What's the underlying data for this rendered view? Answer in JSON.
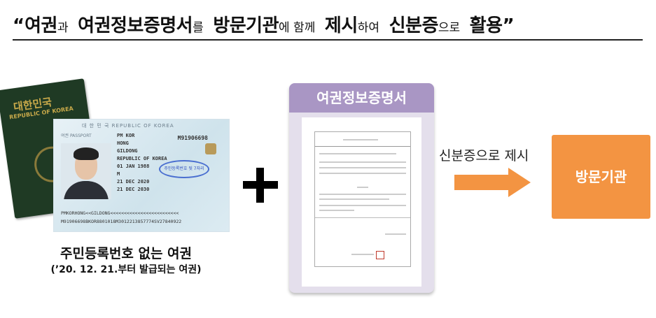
{
  "title": {
    "open_quote": "“",
    "w1": "여권",
    "p1": "과",
    "w2": "여권정보증명서",
    "p2": "를",
    "w3": "방문기관",
    "p3": "에 함께",
    "w4": "제시",
    "p4": "하여",
    "w5": "신분증",
    "p5": "으로",
    "w6": "활용",
    "close_quote": "”"
  },
  "passport": {
    "cover_korean": "대한민국",
    "cover_english": "REPUBLIC OF KOREA",
    "page_header": "대 한 민 국   REPUBLIC OF KOREA",
    "page_label": "여권 PASSPORT",
    "fields": [
      "PM   KOR",
      "HONG",
      "GILDONG",
      "REPUBLIC OF KOREA",
      "01 JAN 1988",
      "M",
      "21 DEC 2020",
      "21 DEC 2030"
    ],
    "number": "M91906698",
    "oval_text": "주민등록번호 뒷 7자리",
    "mrz_line1": "PMKORHONG<<GILDONG<<<<<<<<<<<<<<<<<<<<<<<<<",
    "mrz_line2": "M91906698BKOR8801018M3012213857774SV27840922",
    "caption_main": "주민등록번호 없는 여권",
    "caption_sub": "(’20. 12. 21.부터 발급되는 여권)"
  },
  "operator": "+",
  "certificate": {
    "title": "여권정보증명서"
  },
  "flow": {
    "arrow_label": "신분증으로 제시",
    "target": "방문기관"
  },
  "colors": {
    "certificate_header": "#a996c4",
    "certificate_body": "#e4dfec",
    "accent_orange": "#f39442"
  }
}
